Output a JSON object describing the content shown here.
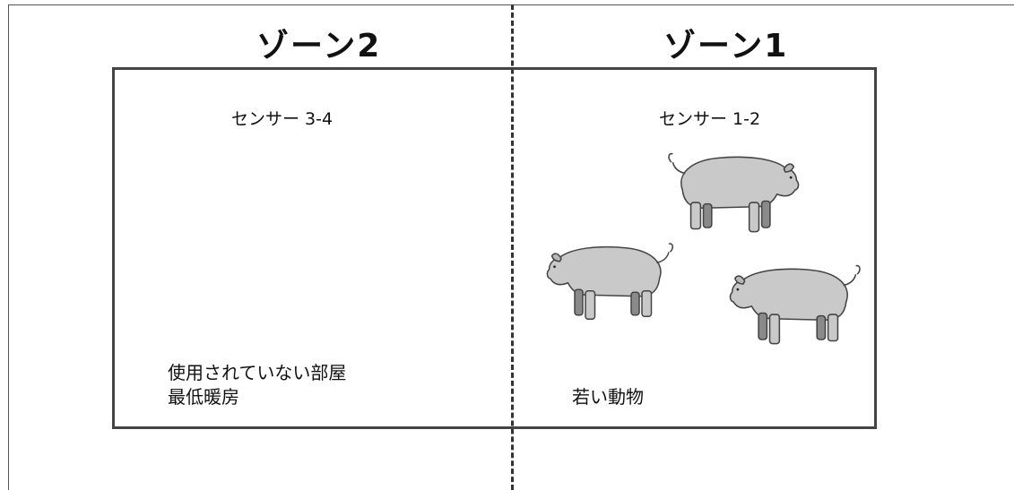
{
  "zones": {
    "zone2": {
      "title": "ゾーン2",
      "sensor": "センサー 3-4",
      "notes": [
        "使用されていない部屋",
        "最低暖房"
      ]
    },
    "zone1": {
      "title": "ゾーン1",
      "sensor": "センサー 1-2",
      "notes": [
        "若い動物"
      ]
    }
  },
  "icons": [
    "pig-icon",
    "pig-icon",
    "pig-icon"
  ],
  "colors": {
    "pig_body": "#c9c9c9",
    "pig_shadow": "#8a8a8a",
    "outline": "#444444"
  }
}
